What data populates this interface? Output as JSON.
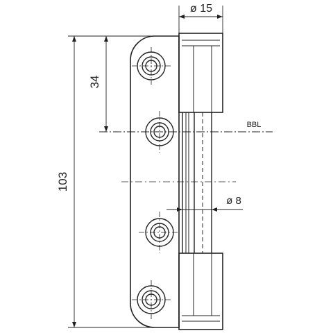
{
  "dimensions": {
    "diameter_top": "ø 15",
    "vertical_offset": "34",
    "total_height": "103",
    "pin_diameter": "ø 8",
    "reference_line": "BBL"
  }
}
